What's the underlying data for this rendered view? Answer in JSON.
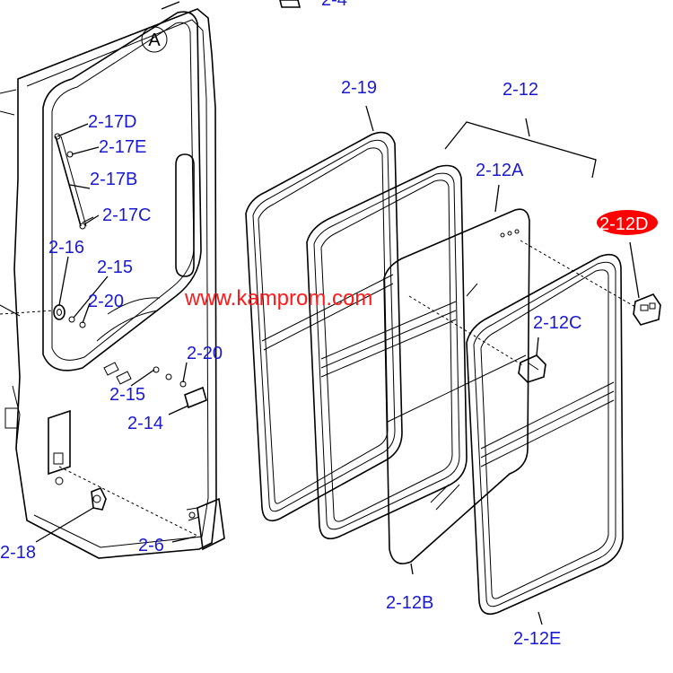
{
  "colors": {
    "label": "#1a1ad0",
    "highlight_label": "#ffffff",
    "highlight_fill": "#ff0000",
    "watermark": "#ff1a1a",
    "line": "#000000"
  },
  "callout_circle": "A",
  "watermark": "www.kamprom.com",
  "labels": {
    "p2_4": "2-4",
    "p2_17D": "2-17D",
    "p2_17E": "2-17E",
    "p2_17B": "2-17B",
    "p2_17C": "2-17C",
    "p2_16": "2-16",
    "p2_15a": "2-15",
    "p2_20a": "2-20",
    "p2_20b": "2-20",
    "p2_15b": "2-15",
    "p2_14": "2-14",
    "p2_18": "2-18",
    "p2_6": "2-6",
    "p2_19": "2-19",
    "p2_12": "2-12",
    "p2_12A": "2-12A",
    "p2_12D": "2-12D",
    "p2_12C": "2-12C",
    "p2_12B": "2-12B",
    "p2_12E": "2-12E"
  }
}
